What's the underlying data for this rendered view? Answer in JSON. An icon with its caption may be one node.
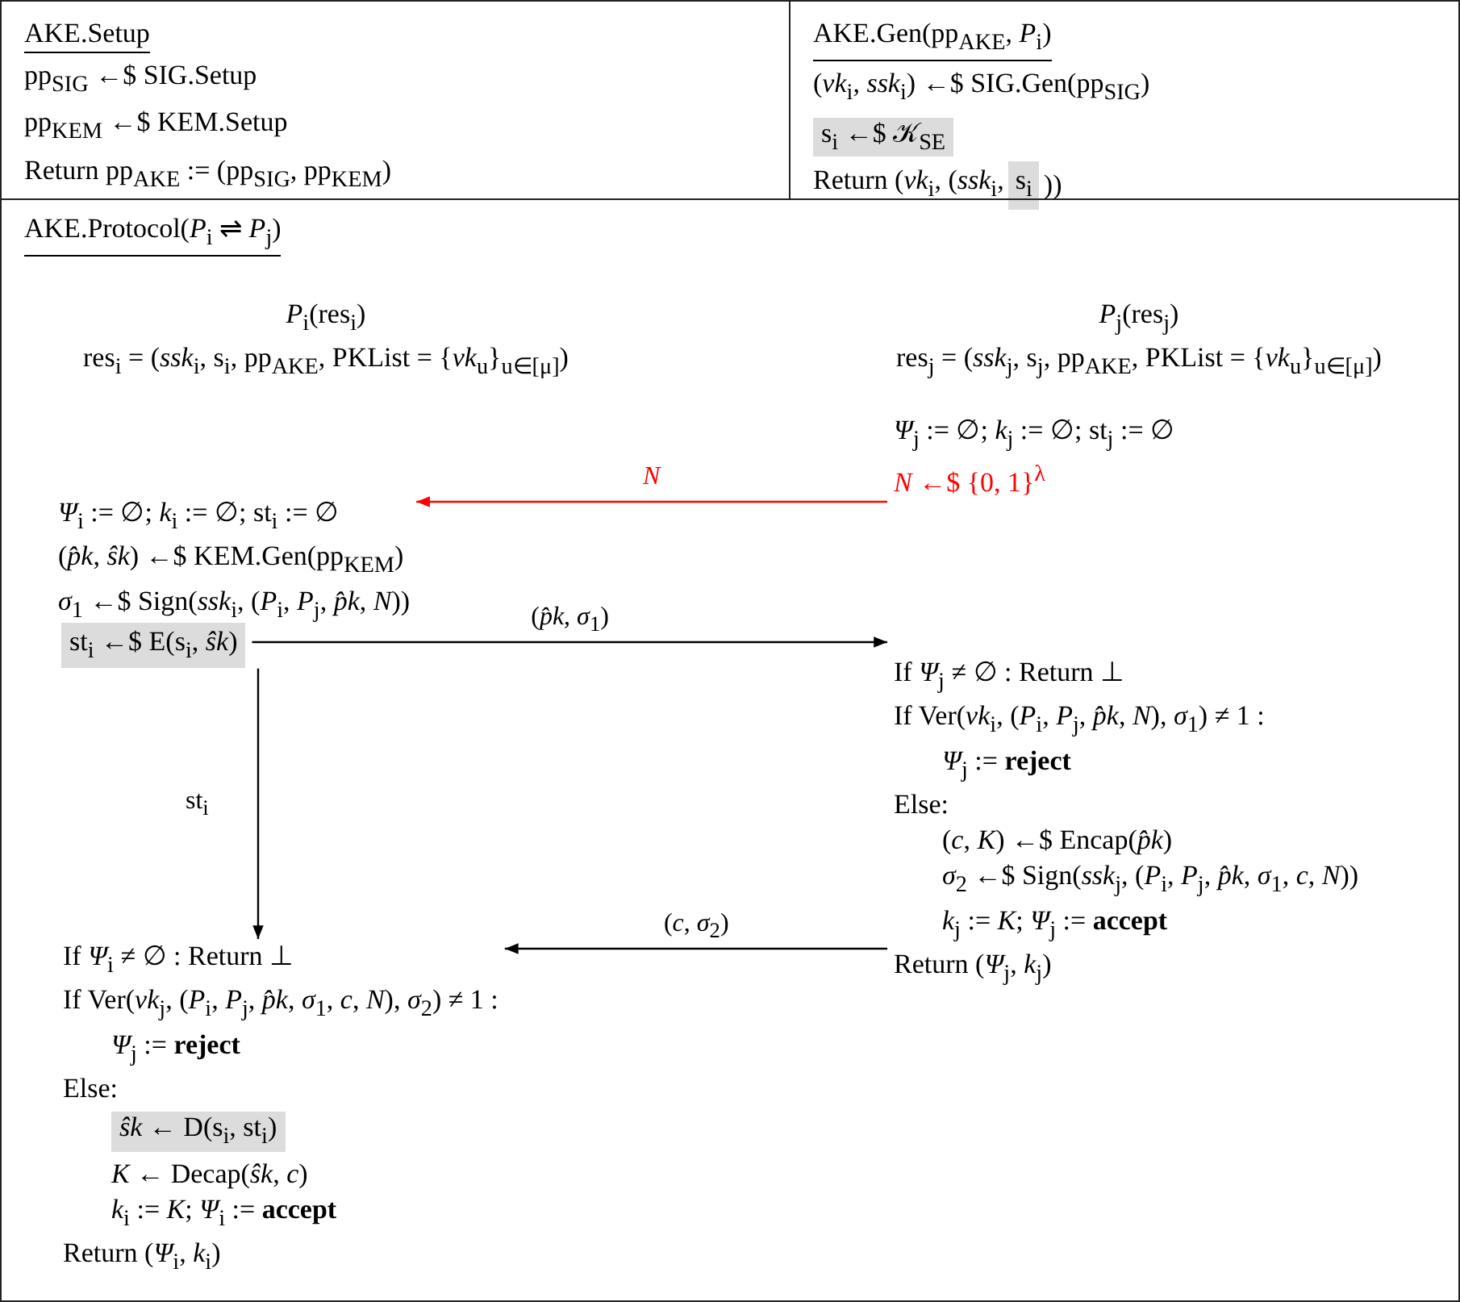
{
  "diagram": {
    "nodes": [
      {
        "text": [
          "AKE.Setup",
          "pp$_{SIG}$ ←$ SIG.Setup",
          "pp$_{KEM}$ ←$ KEM.Setup",
          "Return pp$_{AKE}$ := (pp$_{SIG}$, pp$_{KEM}$)"
        ]
      },
      {
        "text": [
          "AKE.Gen(pp$_{AKE}$, *P*$_{i}$)",
          "(*vk*$_{i}$, *ssk*$_{i}$) ←$ SIG.Gen(pp$_{SIG}$)",
          "Return (*vk*$_{i}$, (*ssk*$_{i}$,",
          "))"
        ]
      },
      {
        "text": [
          "s$_{i}$ ←$ 𝒦$_{SE}$"
        ],
        "in": 1
      },
      {
        "text": [
          "s$_{i}$"
        ],
        "in": 1
      },
      {
        "text": [
          "AKE.Protocol(*P*$_{i}$ ⇌ *P*$_{j}$)"
        ]
      },
      {
        "text": [
          "*P*$_{i}$(res$_{i}$)",
          "res$_{i}$ = (*ssk*$_{i}$, s$_{i}$, pp$_{AKE}$, PKList = {*vk*$_{u}$}$_{u∈[μ]}$)"
        ],
        "in": 4
      },
      {
        "text": [
          "*P*$_{j}$(res$_{j}$)",
          "res$_{j}$ = (*ssk*$_{j}$, s$_{j}$, pp$_{AKE}$, PKList = {*vk*$_{u}$}$_{u∈[μ]}$)"
        ],
        "in": 4
      },
      {
        "text": [
          "*Ψ*$_{j}$ := ∅;  *k*$_{j}$ := ∅;  st$_{j}$ := ∅",
          "*N* ←$ {0, 1}$^{λ}$"
        ],
        "in": 4
      },
      {
        "text": [
          "*Ψ*$_{i}$ := ∅;  *k*$_{i}$ := ∅;  st$_{i}$ := ∅",
          "(*p̂k*, *ŝk*) ←$ KEM.Gen(pp$_{KEM}$)",
          "*σ*$_{1}$ ←$ Sign(*ssk*$_{i}$, (*P*$_{i}$, *P*$_{j}$, *p̂k*, *N*))"
        ],
        "in": 4
      },
      {
        "text": [
          "st$_{i}$ ←$ E(s$_{i}$, *ŝk*)"
        ],
        "in": 4
      },
      {
        "text": [
          "If *Ψ*$_{j}$ ≠ ∅ : Return ⊥",
          "If Ver(*vk*$_{i}$, (*P*$_{i}$, *P*$_{j}$, *p̂k*, *N*), *σ*$_{1}$) ≠ 1 :",
          "*Ψ*$_{j}$ := **reject**",
          "Else:",
          "(*c*, *K*) ←$ Encap(*p̂k*)",
          "*σ*$_{2}$ ←$ Sign(*ssk*$_{j}$, (*P*$_{i}$, *P*$_{j}$, *p̂k*, *σ*$_{1}$, *c*, *N*))",
          "*k*$_{j}$ := *K*;  *Ψ*$_{j}$ := **accept**",
          "Return (*Ψ*$_{j}$, *k*$_{j}$)"
        ],
        "in": 4
      },
      {
        "text": [
          "If *Ψ*$_{i}$ ≠ ∅ : Return ⊥",
          "If Ver(*vk*$_{j}$, (*P*$_{i}$, *P*$_{j}$, *p̂k*, *σ*$_{1}$, *c*, *N*), *σ*$_{2}$) ≠ 1 :",
          "*Ψ*$_{j}$ := **reject**",
          "Else:",
          "*K* ← Decap(*ŝk*, *c*)",
          "*k*$_{i}$ := *K*;  *Ψ*$_{i}$ := **accept**",
          "Return (*Ψ*$_{i}$, *k*$_{i}$)"
        ],
        "in": 4
      },
      {
        "text": [
          "*ŝk* ← D(s$_{i}$, st$_{i}$)"
        ],
        "in": 11
      }
    ],
    "edges": [
      {
        "from": 7,
        "to": 8,
        "arrow": "to",
        "label": "*N*",
        "color": "#ff0000"
      },
      {
        "from": 9,
        "to": 10,
        "arrow": "to",
        "label": "(*p̂k*, *σ*$_{1}$)"
      },
      {
        "from": 9,
        "to": 11,
        "arrow": "to",
        "label": "st$_{i}$"
      },
      {
        "from": 10,
        "to": 11,
        "arrow": "to",
        "label": "(*c*, *σ*$_{2}$)"
      }
    ]
  }
}
